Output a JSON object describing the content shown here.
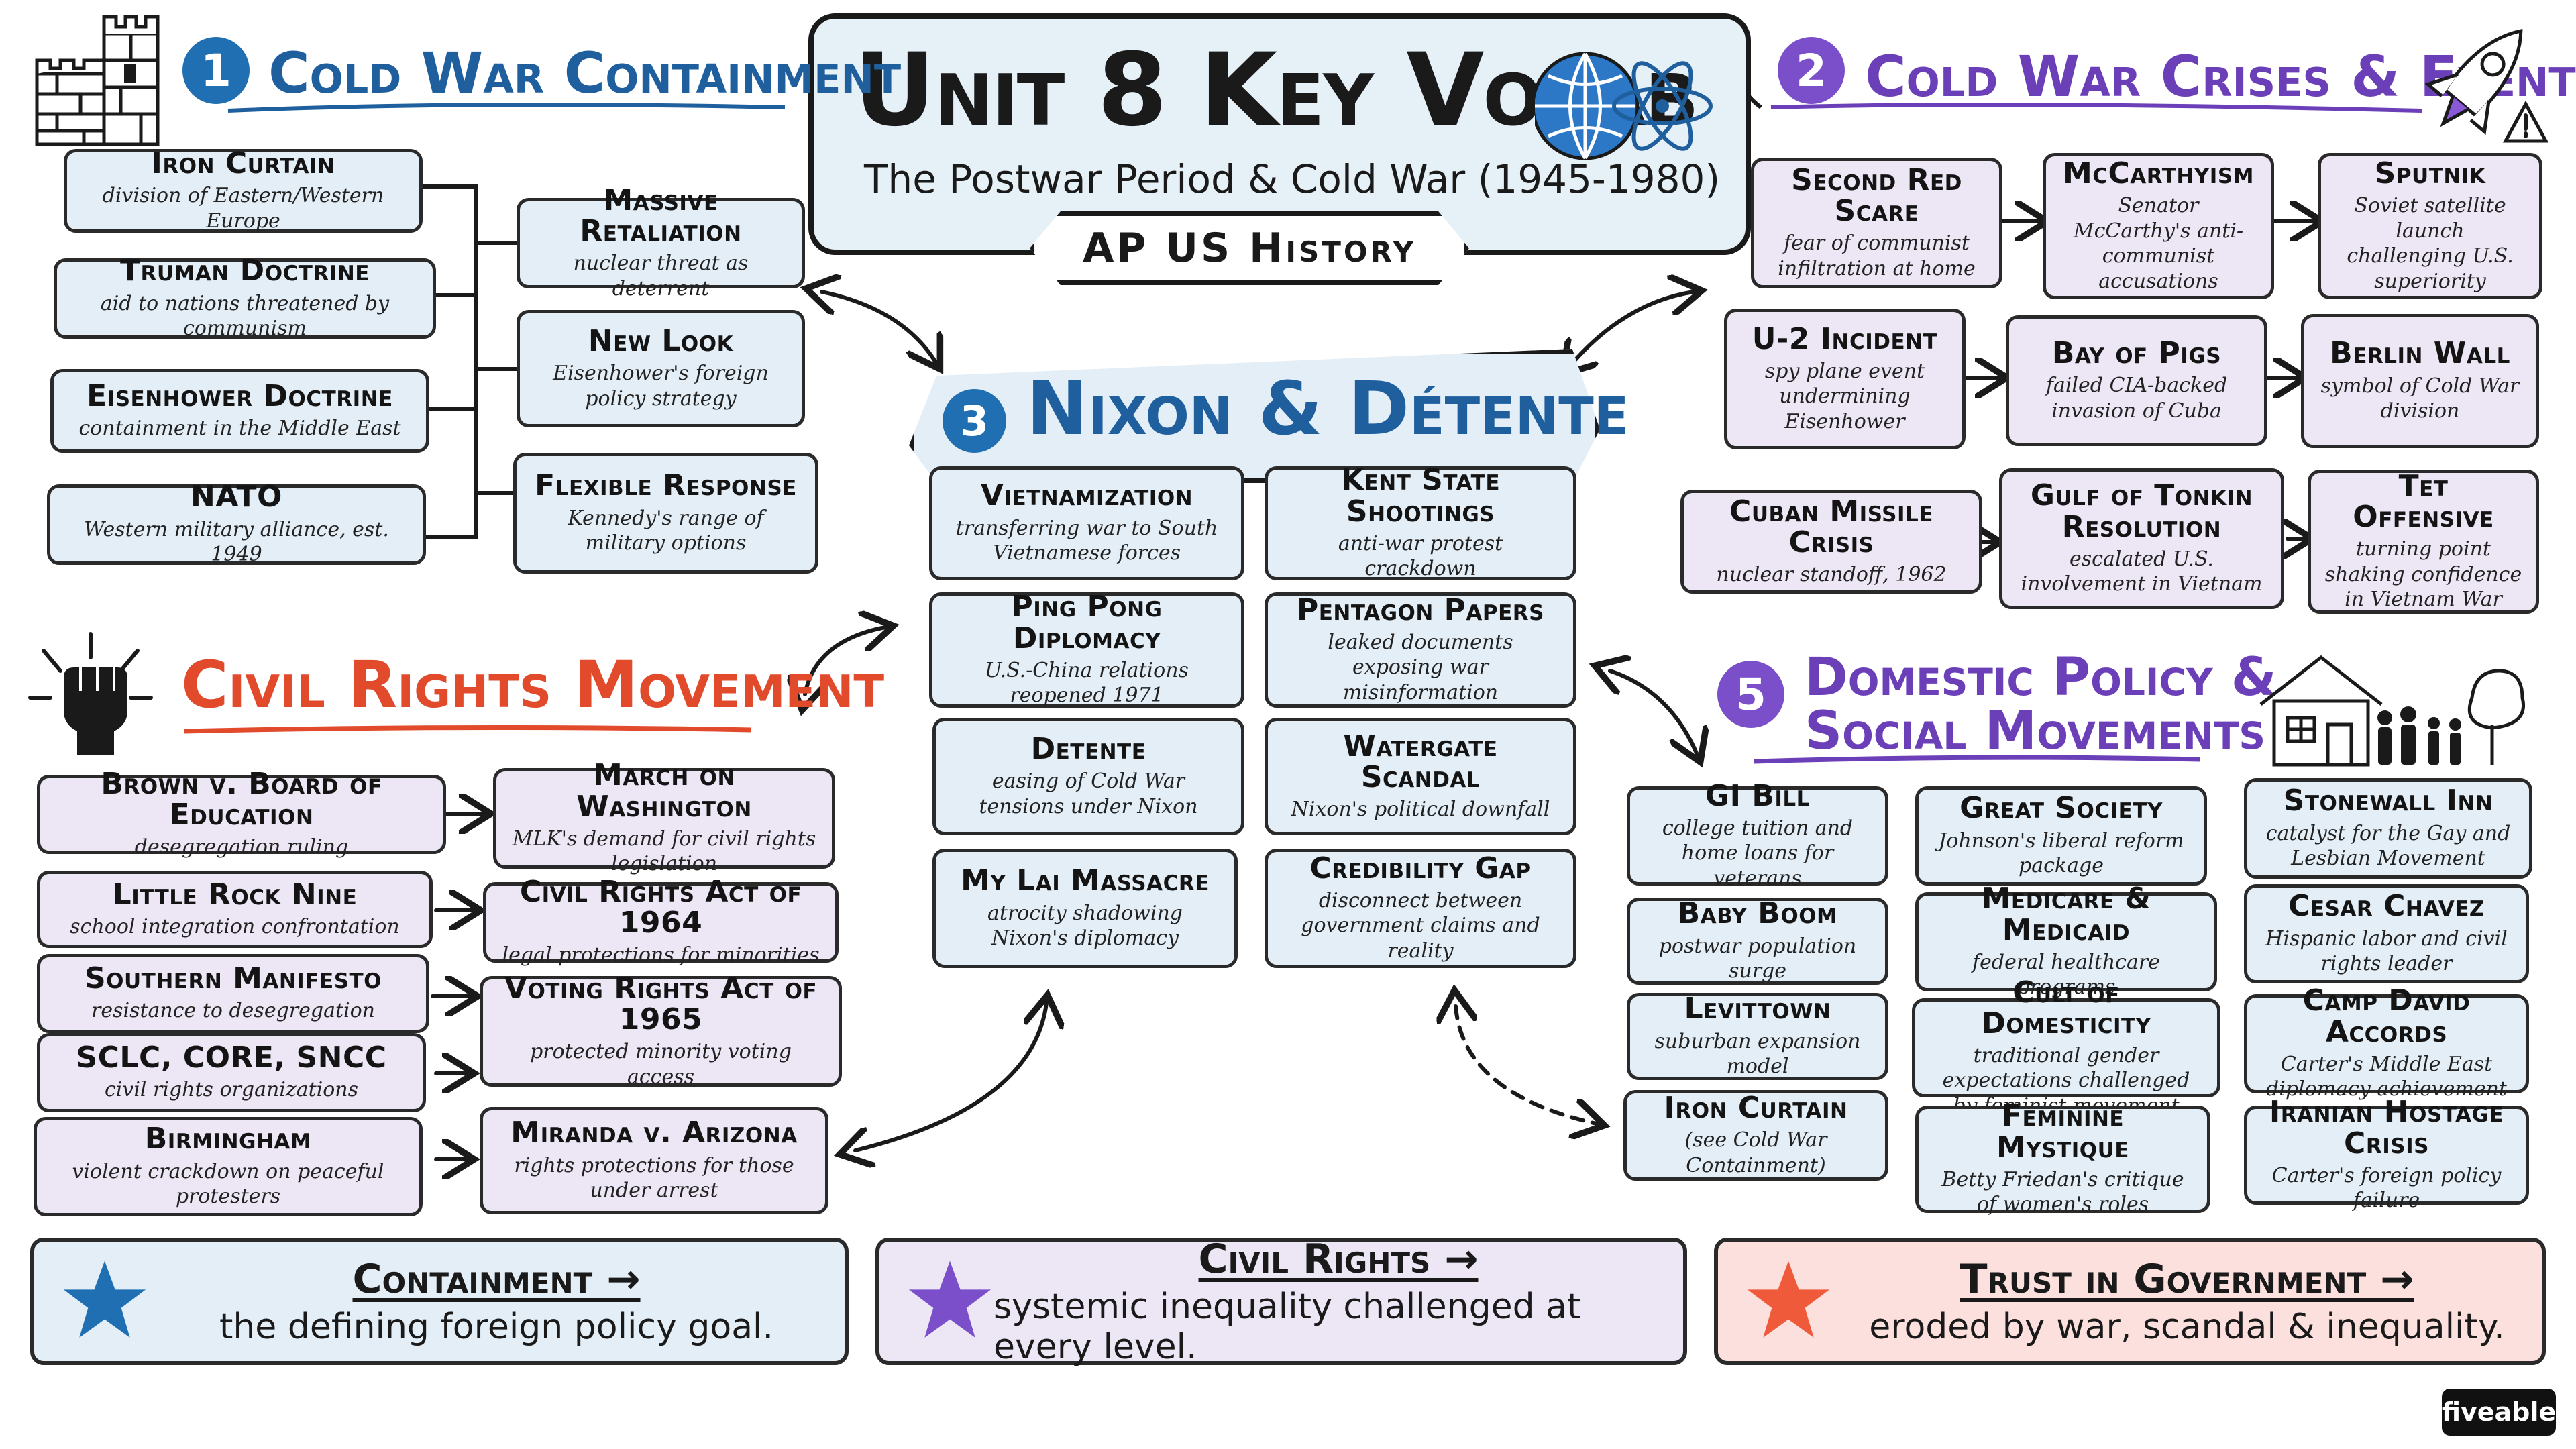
{
  "title": {
    "main": "Unit 8 Key Vocab",
    "subtitle": "The Postwar Period & Cold War (1945-1980)",
    "course": "AP US History"
  },
  "sections": {
    "containment": {
      "number": "1",
      "heading": "Cold War Containment",
      "terms": [
        {
          "title": "Iron Curtain",
          "desc": "division of Eastern/Western Europe"
        },
        {
          "title": "Truman Doctrine",
          "desc": "aid to nations threatened by communism"
        },
        {
          "title": "Eisenhower Doctrine",
          "desc": "containment in the Middle East"
        },
        {
          "title": "NATO",
          "desc": "Western military alliance, est. 1949"
        },
        {
          "title": "Massive Retaliation",
          "desc": "nuclear threat as deterrent"
        },
        {
          "title": "New Look",
          "desc": "Eisenhower's foreign policy strategy"
        },
        {
          "title": "Flexible Response",
          "desc": "Kennedy's range of military options"
        }
      ]
    },
    "crises": {
      "number": "2",
      "heading": "Cold War Crises & Events",
      "terms": [
        {
          "title": "Second Red Scare",
          "desc": "fear of communist infiltration at home"
        },
        {
          "title": "McCarthyism",
          "desc": "Senator McCarthy's anti-communist accusations"
        },
        {
          "title": "Sputnik",
          "desc": "Soviet satellite launch challenging U.S. superiority"
        },
        {
          "title": "U-2 Incident",
          "desc": "spy plane event undermining Eisenhower"
        },
        {
          "title": "Bay of Pigs",
          "desc": "failed CIA-backed invasion of Cuba"
        },
        {
          "title": "Berlin Wall",
          "desc": "symbol of Cold War division"
        },
        {
          "title": "Cuban Missile Crisis",
          "desc": "nuclear standoff, 1962"
        },
        {
          "title": "Gulf of Tonkin Resolution",
          "desc": "escalated U.S. involvement in Vietnam"
        },
        {
          "title": "Tet Offensive",
          "desc": "turning point shaking confidence in Vietnam War"
        }
      ]
    },
    "nixon": {
      "number": "3",
      "heading": "Nixon & Détente",
      "terms": [
        {
          "title": "Vietnamization",
          "desc": "transferring war to South Vietnamese forces"
        },
        {
          "title": "Kent State Shootings",
          "desc": "anti-war protest crackdown"
        },
        {
          "title": "Ping Pong Diplomacy",
          "desc": "U.S.-China relations reopened 1971"
        },
        {
          "title": "Pentagon Papers",
          "desc": "leaked documents exposing war misinformation"
        },
        {
          "title": "Detente",
          "desc": "easing of Cold War tensions under Nixon"
        },
        {
          "title": "Watergate Scandal",
          "desc": "Nixon's political downfall"
        },
        {
          "title": "My Lai Massacre",
          "desc": "atrocity shadowing Nixon's diplomacy"
        },
        {
          "title": "Credibility Gap",
          "desc": "disconnect between government claims and reality"
        }
      ]
    },
    "civil_rights": {
      "heading": "Civil Rights Movement",
      "terms": [
        {
          "title": "Brown v. Board of Education",
          "desc": "desegregation ruling"
        },
        {
          "title": "Little Rock Nine",
          "desc": "school integration confrontation"
        },
        {
          "title": "Southern Manifesto",
          "desc": "resistance to desegregation"
        },
        {
          "title": "SCLC, CORE, SNCC",
          "desc": "civil rights organizations"
        },
        {
          "title": "Birmingham",
          "desc": "violent crackdown on peaceful protesters"
        },
        {
          "title": "March on Washington",
          "desc": "MLK's demand for civil rights legislation"
        },
        {
          "title": "Civil Rights Act of 1964",
          "desc": "legal protections for minorities"
        },
        {
          "title": "Voting Rights Act of 1965",
          "desc": "protected minority voting access"
        },
        {
          "title": "Miranda v. Arizona",
          "desc": "rights protections for those under arrest"
        }
      ]
    },
    "domestic": {
      "number": "5",
      "heading_line1": "Domestic Policy &",
      "heading_line2": "Social Movements",
      "terms": [
        {
          "title": "GI Bill",
          "desc": "college tuition and home loans for veterans"
        },
        {
          "title": "Great Society",
          "desc": "Johnson's liberal reform package"
        },
        {
          "title": "Stonewall Inn",
          "desc": "catalyst for the Gay and Lesbian Movement"
        },
        {
          "title": "Baby Boom",
          "desc": "postwar population surge"
        },
        {
          "title": "Medicare & Medicaid",
          "desc": "federal healthcare programs"
        },
        {
          "title": "Cesar Chavez",
          "desc": "Hispanic labor and civil rights leader"
        },
        {
          "title": "Levittown",
          "desc": "suburban expansion model"
        },
        {
          "title": "Cult of Domesticity",
          "desc": "traditional gender expectations challenged by feminist movement"
        },
        {
          "title": "Camp David Accords",
          "desc": "Carter's Middle East diplomacy achievement"
        },
        {
          "title": "Iron Curtain",
          "desc": "(see Cold War Containment)"
        },
        {
          "title": "Feminine Mystique",
          "desc": "Betty Friedan's critique of women's roles"
        },
        {
          "title": "Iranian Hostage Crisis",
          "desc": "Carter's foreign policy failure"
        }
      ]
    }
  },
  "summaries": [
    {
      "title": "Containment →",
      "desc": "the defining foreign policy goal.",
      "bg": "#e3eef7",
      "star": "#1f6fb2"
    },
    {
      "title": "Civil Rights →",
      "desc": "systemic inequality challenged at every level.",
      "bg": "#ece6f5",
      "star": "#7b4fc9"
    },
    {
      "title": "Trust in Government →",
      "desc": "eroded by war, scandal & inequality.",
      "bg": "#fbe0de",
      "star": "#ef5b3a"
    }
  ],
  "brand": "fiveable",
  "colors": {
    "blue": "#1f5f9e",
    "purple": "#6b3fb8",
    "red": "#e24a2c",
    "card_blue": "#e3eef7",
    "card_lavender": "#ece6f5"
  },
  "icons": [
    "castle-icon",
    "atom-globe-icon",
    "rocket-icon",
    "warning-icon",
    "raised-fist-icon",
    "house-family-icon",
    "star-icon"
  ]
}
